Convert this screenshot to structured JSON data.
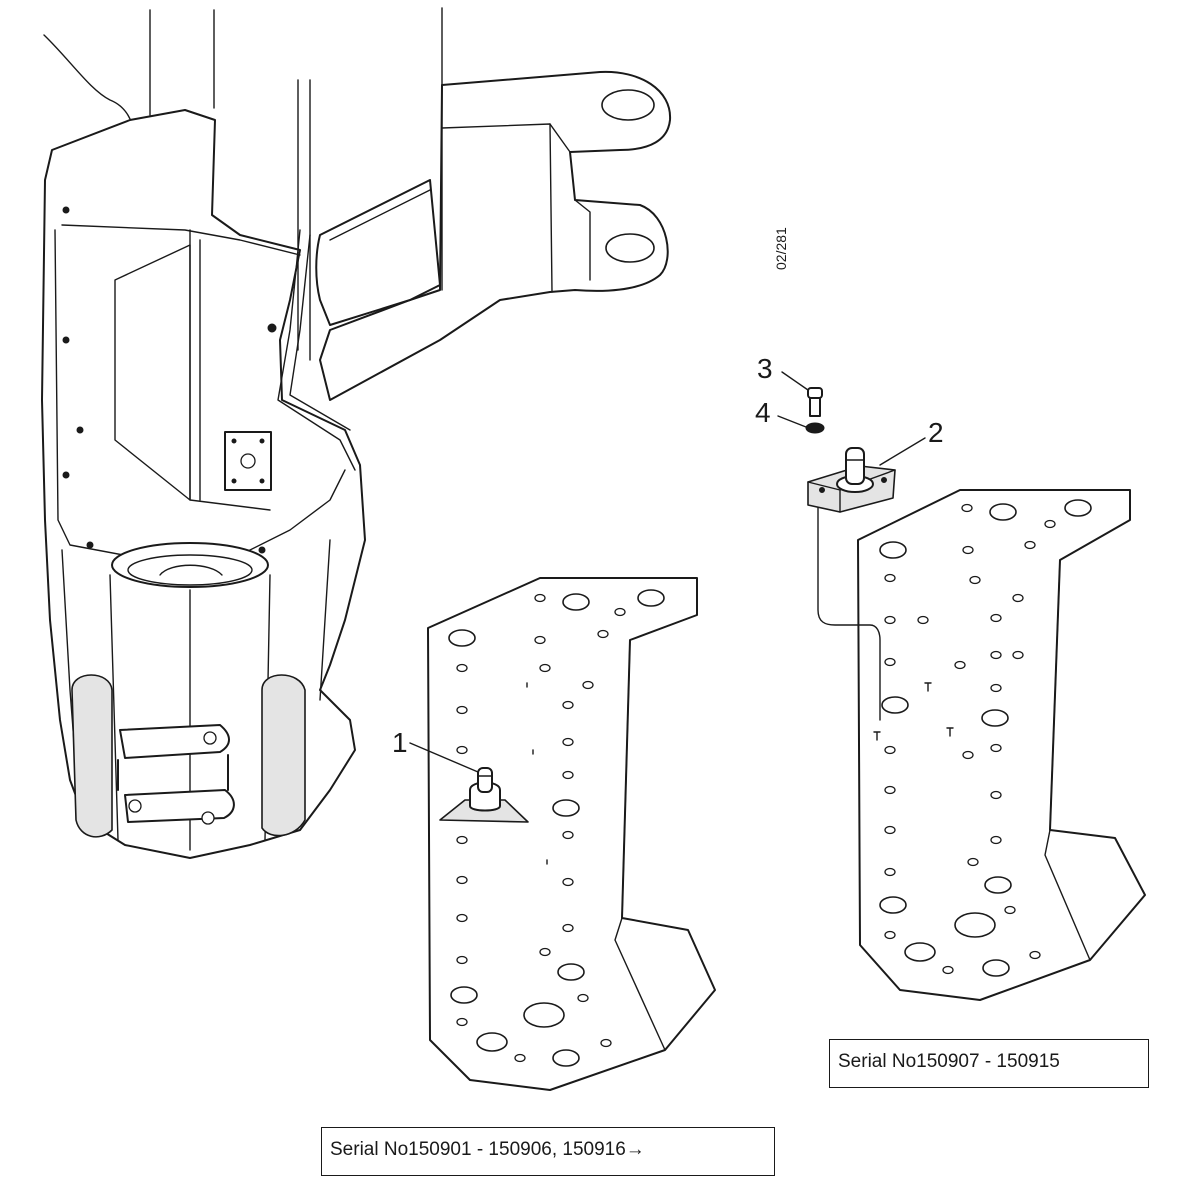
{
  "drawing_ref": "02/281",
  "callouts": [
    "1",
    "2",
    "3",
    "4"
  ],
  "serial_labels": {
    "plate_a": "Serial No150901 - 150906, 150916",
    "plate_b": "Serial No150907 - 150915"
  },
  "arrow_glyph": "→"
}
